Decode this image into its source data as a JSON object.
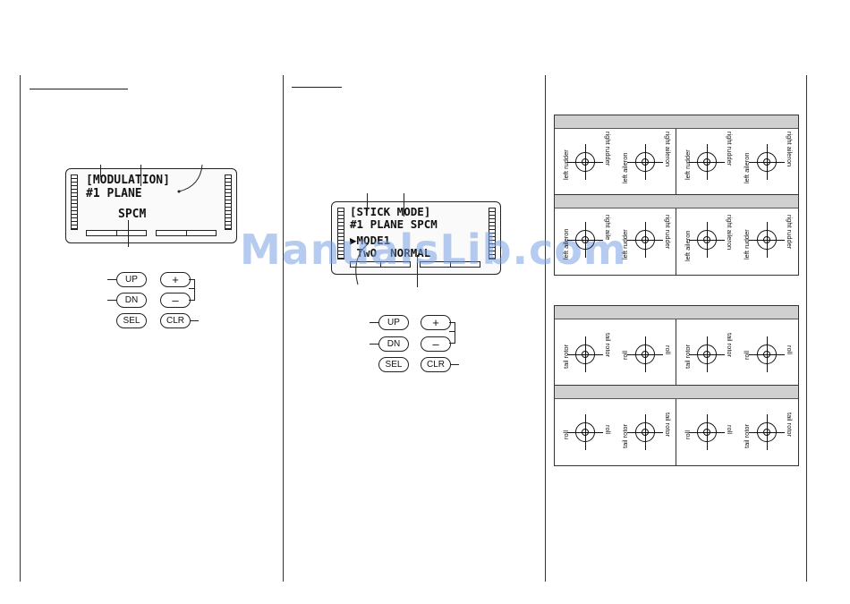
{
  "left_panel": {
    "lcd_line1": "[MODULATION]",
    "lcd_line2": "#1 PLANE",
    "lcd_line3": "SPCM"
  },
  "middle_panel": {
    "lcd_line1": "[STICK MODE]",
    "lcd_line2": "#1 PLANE SPCM",
    "lcd_line3": "▶MODE1",
    "lcd_line4": " TwO  NORMAL"
  },
  "keys": {
    "up": "UP",
    "dn": "DN",
    "sel": "SEL",
    "plus": "+",
    "minus": "–",
    "clr": "CLR"
  },
  "watermark": "ManualsLib.com",
  "plane_table": {
    "cells": [
      {
        "left_top": "left rudder",
        "left_bottom": "right rudder",
        "right_top": "left aileron",
        "right_bottom": "right aileron"
      },
      {
        "left_top": "left rudder",
        "left_bottom": "right rudder",
        "right_top": "left aileron",
        "right_bottom": "right aileron"
      },
      {
        "left_top": "left aileron",
        "left_bottom": "right aile",
        "right_top": "left rudder",
        "right_bottom": "right rudder"
      },
      {
        "left_top": "left aileron",
        "left_bottom": "right aileron",
        "right_top": "left rudder",
        "right_bottom": "right rudder"
      }
    ]
  },
  "heli_table": {
    "cells": [
      {
        "left_top": "tail rotor",
        "left_bottom": "tail rotor",
        "right_top": "roll",
        "right_bottom": "roll"
      },
      {
        "left_top": "tail rotor",
        "left_bottom": "tail rotor",
        "right_top": "roll",
        "right_bottom": "roll"
      },
      {
        "left_top": "roll",
        "left_bottom": "roll",
        "right_top": "tail rotor",
        "right_bottom": "tail rotor"
      },
      {
        "left_top": "roll",
        "left_bottom": "roll",
        "right_top": "tail rotor",
        "right_bottom": "tail rotor"
      }
    ]
  }
}
